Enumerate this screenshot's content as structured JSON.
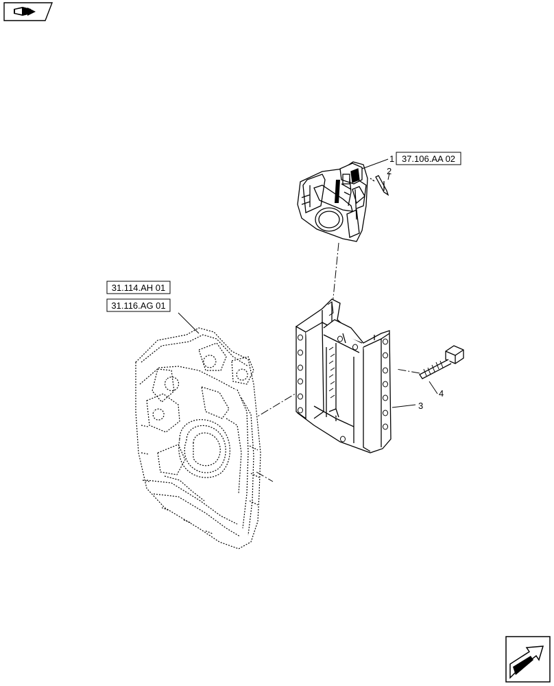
{
  "header_badge": {
    "icon": "book-arrow-icon"
  },
  "corner_nav": {
    "icon": "next-page-arrow-icon"
  },
  "references": {
    "top_right": "37.106.AA 02",
    "left_upper": "31.114.AH 01",
    "left_lower": "31.116.AG 01"
  },
  "callouts": {
    "item_1": "1",
    "item_2": "2",
    "item_3": "3",
    "item_4": "4"
  },
  "colors": {
    "line": "#000000",
    "background": "#ffffff"
  }
}
